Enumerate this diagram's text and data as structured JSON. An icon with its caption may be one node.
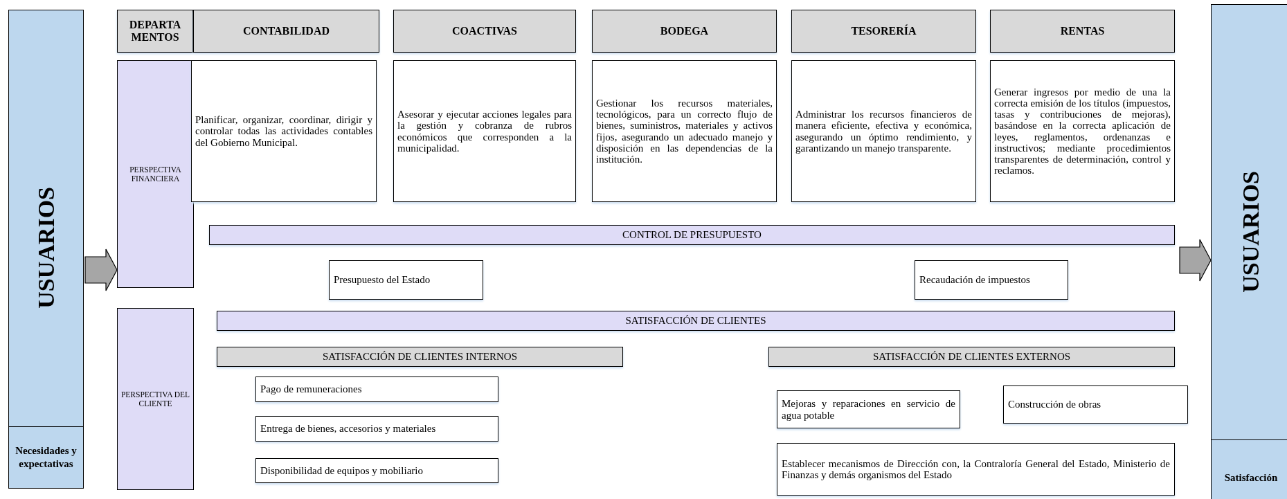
{
  "diagram": {
    "nodes": [
      {
        "text": [
          "USUARIOS"
        ]
      },
      {
        "text": [
          "Necesidades y expectativas"
        ],
        "in": 0
      },
      {
        "text": [
          "DEPARTA MENTOS"
        ]
      },
      {
        "text": [
          "CONTABILIDAD"
        ]
      },
      {
        "text": [
          "COACTIVAS"
        ]
      },
      {
        "text": [
          "BODEGA"
        ]
      },
      {
        "text": [
          "TESORERÍA"
        ]
      },
      {
        "text": [
          "RENTAS"
        ]
      },
      {
        "text": [
          "PERSPECTIVA FINANCIERA"
        ]
      },
      {
        "text": [
          "Planificar, organizar, coordinar, dirigir y controlar todas las actividades contables del Gobierno Municipal."
        ]
      },
      {
        "text": [
          "Asesorar y ejecutar acciones legales para la gestión y cobranza de rubros económicos que corresponden a la municipalidad."
        ]
      },
      {
        "text": [
          "Gestionar los recursos materiales, tecnológicos, para un correcto flujo de bienes, suministros, materiales y activos fijos, asegurando un adecuado manejo y disposición en las dependencias de la institución."
        ]
      },
      {
        "text": [
          "Administrar los recursos financieros de manera eficiente, efectiva y económica, asegurando un óptimo rendimiento, y garantizando un manejo transparente."
        ]
      },
      {
        "text": [
          "Generar ingresos por medio de una la correcta emisión de los títulos (impuestos, tasas y contribuciones de mejoras), basándose en la correcta aplicación de leyes, reglamentos, ordenanzas e instructivos; mediante procedimientos transparentes de determinación, control y reclamos."
        ]
      },
      {
        "text": [
          "CONTROL DE PRESUPUESTO"
        ]
      },
      {
        "text": [
          "Presupuesto del Estado"
        ]
      },
      {
        "text": [
          "Recaudación de impuestos"
        ]
      },
      {
        "text": [
          "PERSPECTIVA DEL CLIENTE"
        ]
      },
      {
        "text": [
          "SATISFACCIÓN DE CLIENTES"
        ]
      },
      {
        "text": [
          "SATISFACCIÓN DE CLIENTES INTERNOS"
        ]
      },
      {
        "text": [
          "SATISFACCIÓN DE CLIENTES EXTERNOS"
        ]
      },
      {
        "text": [
          "Pago de remuneraciones"
        ]
      },
      {
        "text": [
          "Entrega de bienes, accesorios y materiales"
        ]
      },
      {
        "text": [
          "Disponibilidad de equipos y mobiliario"
        ]
      },
      {
        "text": [
          "Mejoras y reparaciones en servicio de agua potable"
        ]
      },
      {
        "text": [
          "Construcción de obras"
        ]
      },
      {
        "text": [
          "Establecer mecanismos de Dirección con, la Contraloría General del Estado, Ministerio de Finanzas y demás organismos del Estado"
        ]
      },
      {
        "text": [
          "USUARIOS"
        ]
      },
      {
        "text": [
          "Satisfacción"
        ],
        "in": 27
      }
    ],
    "edges": [
      {
        "from": 0,
        "to": 8,
        "arrow": "to",
        "style": "thick"
      },
      {
        "from": null,
        "to": 27,
        "arrow": "to",
        "style": "thick"
      }
    ]
  }
}
